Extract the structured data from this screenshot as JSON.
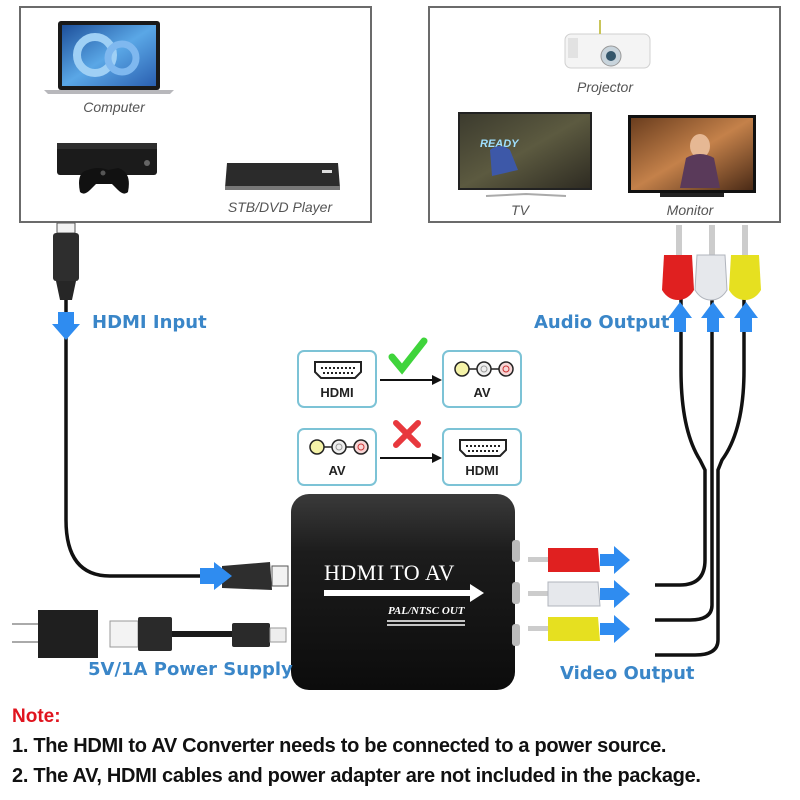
{
  "source_panel": {
    "devices": [
      {
        "icon": "laptop-icon",
        "label": "Computer"
      },
      {
        "icon": "game-console-icon",
        "label": ""
      },
      {
        "icon": "set-top-box-icon",
        "label": "STB/DVD Player"
      }
    ]
  },
  "display_panel": {
    "devices": [
      {
        "icon": "projector-icon",
        "label": "Projector"
      },
      {
        "icon": "tv-icon",
        "label": "TV"
      },
      {
        "icon": "monitor-icon",
        "label": "Monitor"
      }
    ]
  },
  "labels": {
    "hdmi_input": "HDMI Input",
    "audio_output": "Audio Output",
    "video_output": "Video Output",
    "power_supply": "5V/1A Power Supply"
  },
  "conversion": {
    "supported": {
      "from": "HDMI",
      "to": "AV",
      "status": "check"
    },
    "unsupported": {
      "from": "AV",
      "to": "HDMI",
      "status": "cross"
    }
  },
  "converter": {
    "title": "HDMI TO AV",
    "subtitle": "PAL/NTSC OUT"
  },
  "colors": {
    "accent_blue": "#3a86c8",
    "arrow_blue": "#2f8cf0",
    "check_green": "#3fd43b",
    "cross_red": "#e8383d",
    "note_red": "#e0141e",
    "rca_red": "#e02020",
    "rca_white": "#e6e8ec",
    "rca_yellow": "#e6e020"
  },
  "note": {
    "title": "Note:",
    "lines": [
      "1. The HDMI to AV Converter needs to be connected to a power source.",
      "2. The AV, HDMI cables and power adapter are not included in the package."
    ]
  }
}
